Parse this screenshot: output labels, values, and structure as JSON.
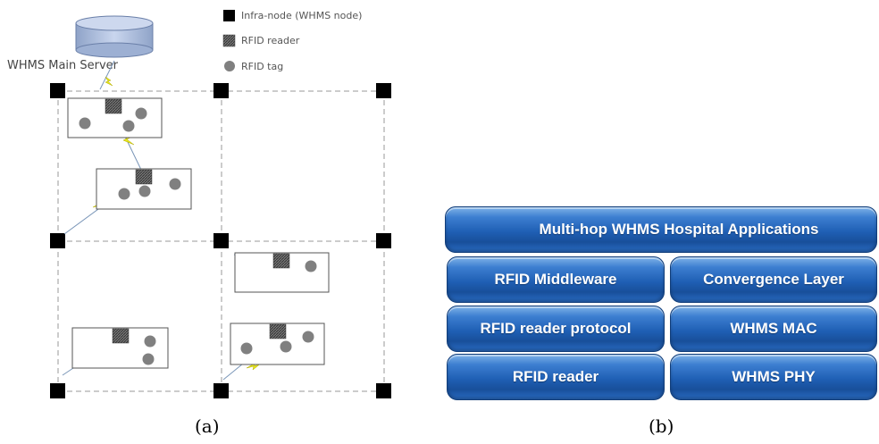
{
  "diagram_a": {
    "server_label": "WHMS Main Server",
    "legend": [
      {
        "label": "Infra-node (WHMS node)",
        "shape": "black-square"
      },
      {
        "label": "RFID reader",
        "shape": "hatched-square"
      },
      {
        "label": "RFID tag",
        "shape": "gray-circle"
      }
    ],
    "caption": "(a)"
  },
  "diagram_b": {
    "top": "Multi-hop WHMS Hospital Applications",
    "left_column": [
      "RFID Middleware",
      "RFID reader protocol",
      "RFID reader"
    ],
    "right_column": [
      "Convergence Layer",
      "WHMS MAC",
      "WHMS PHY"
    ],
    "caption": "(b)"
  },
  "colors": {
    "node": "#000000",
    "reader": "#555555",
    "tag": "#808080",
    "grid_line": "#999999",
    "lightning": "#e8e81a",
    "stack_blue": "#1f5fb4"
  }
}
